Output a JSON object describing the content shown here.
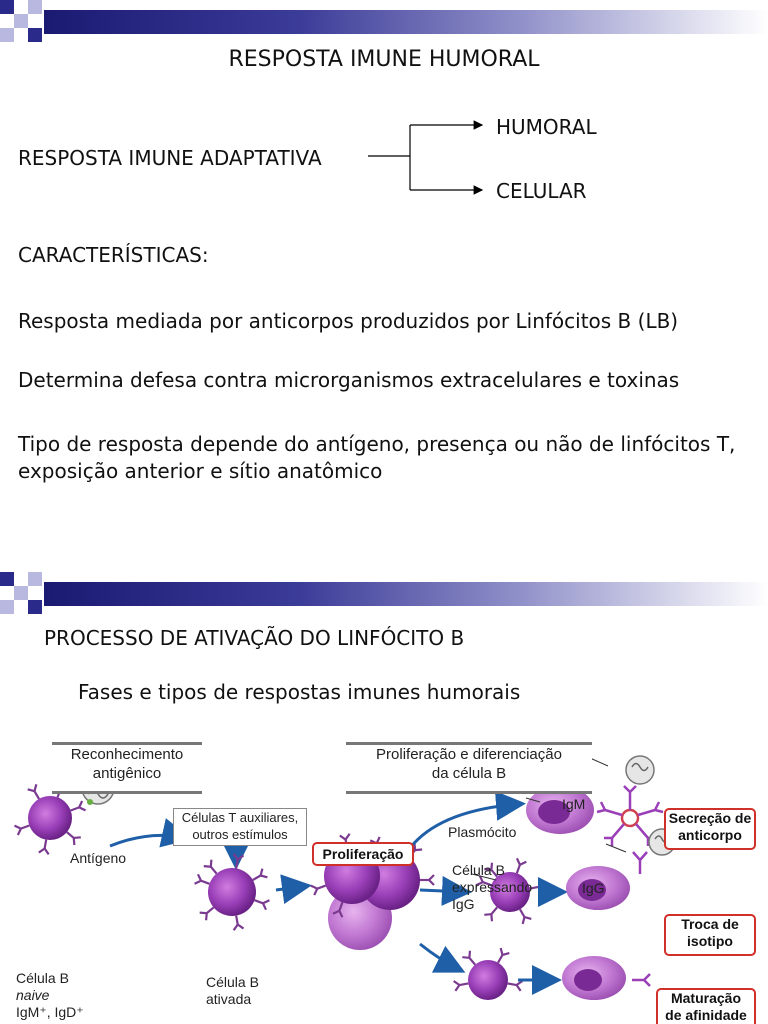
{
  "slide1": {
    "title": "RESPOSTA IMUNE HUMORAL",
    "adaptive_label": "RESPOSTA IMUNE ADAPTATIVA",
    "branch_top": "HUMORAL",
    "branch_bottom": "CELULAR",
    "characteristics_heading": "CARACTERÍSTICAS:",
    "point1": "Resposta mediada por anticorpos produzidos por Linfócitos B (LB)",
    "point2": "Determina defesa contra microrganismos extracelulares e toxinas",
    "point3_line1": "Tipo de resposta depende do antígeno, presença ou não de linfócitos T,",
    "point3_line2": "exposição anterior e sítio anatômico"
  },
  "slide2": {
    "title": "PROCESSO DE ATIVAÇÃO DO LINFÓCITO B",
    "subtitle": "Fases e tipos de respostas imunes humorais",
    "figure": {
      "phase1_line1": "Reconhecimento",
      "phase1_line2": "antigênico",
      "phase2_line1": "Proliferação e diferenciação",
      "phase2_line2": "da célula B",
      "helper_line1": "Células T auxiliares,",
      "helper_line2": "outros estímulos",
      "antigen": "Antígeno",
      "naive_line1": "Célula B",
      "naive_line2": "naive",
      "naive_line3": "IgM⁺, IgD⁺",
      "activated_line1": "Célula B",
      "activated_line2": "ativada",
      "proliferation": "Proliferação",
      "plasmocyte": "Plasmócito",
      "igg_cell_line1": "Célula B",
      "igg_cell_line2": "expressando",
      "igg_cell_line3": "IgG",
      "igm": "IgM",
      "igg": "IgG",
      "secretion_line1": "Secreção de",
      "secretion_line2": "anticorpo",
      "isotype_line1": "Troca de",
      "isotype_line2": "isotipo",
      "affinity_line1": "Maturação",
      "affinity_line2": "de afinidade"
    }
  },
  "colors": {
    "header_dark": "#1a1a73",
    "cell_purple": "#8a3fa8",
    "arrow_blue": "#1f5fa8",
    "tag_red": "#d0302a"
  }
}
